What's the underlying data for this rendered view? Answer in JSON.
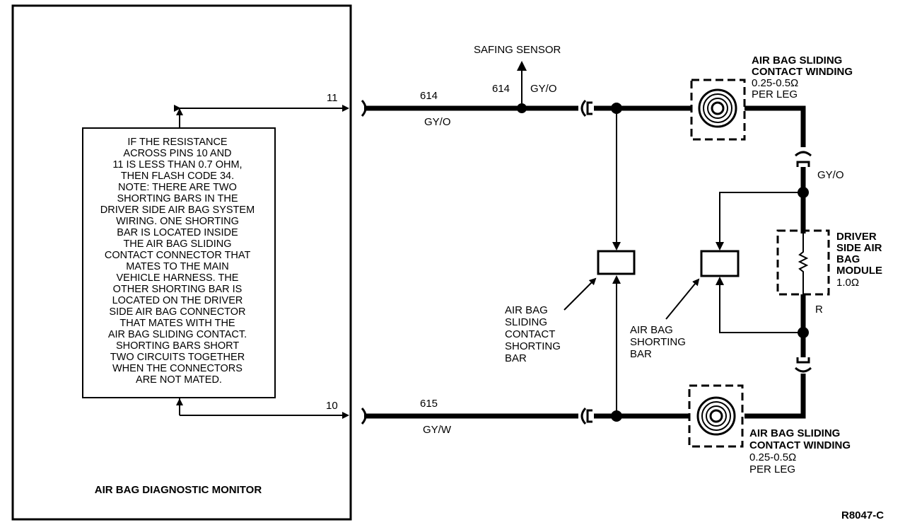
{
  "monitor": {
    "label": "AIR BAG DIAGNOSTIC MONITOR",
    "pin_11": "11",
    "pin_10": "10",
    "note_lines": [
      "IF THE RESISTANCE",
      "ACROSS PINS 10 AND",
      "11 IS LESS THAN 0.7 OHM,",
      "THEN FLASH CODE 34.",
      "NOTE: THERE ARE TWO",
      "SHORTING BARS IN THE",
      "DRIVER SIDE AIR BAG SYSTEM",
      "WIRING. ONE SHORTING",
      "BAR IS LOCATED INSIDE",
      "THE AIR BAG SLIDING",
      "CONTACT CONNECTOR THAT",
      "MATES TO THE MAIN",
      "VEHICLE HARNESS. THE",
      "OTHER SHORTING BAR IS",
      "LOCATED ON THE DRIVER",
      "SIDE AIR BAG CONNECTOR",
      "THAT MATES WITH THE",
      "AIR BAG SLIDING CONTACT.",
      "SHORTING BARS SHORT",
      "TWO CIRCUITS TOGETHER",
      "WHEN THE CONNECTORS",
      "ARE NOT MATED."
    ]
  },
  "wires": {
    "top_circuit": "614",
    "top_circuit_right": "614",
    "top_color": "GY/O",
    "top_color_right": "GY/O",
    "bottom_circuit": "615",
    "bottom_color": "GY/W",
    "right_upper_color": "GY/O",
    "right_lower_color": "R"
  },
  "safing_sensor": "SAFING SENSOR",
  "winding_top": {
    "title_line1": "AIR BAG SLIDING",
    "title_line2": "CONTACT WINDING",
    "value": "0.25-0.5Ω",
    "per_leg": "PER LEG"
  },
  "winding_bottom": {
    "title_line1": "AIR BAG SLIDING",
    "title_line2": "CONTACT WINDING",
    "value": "0.25-0.5Ω",
    "per_leg": "PER LEG"
  },
  "module": {
    "line1": "DRIVER",
    "line2": "SIDE AIR",
    "line3": "BAG",
    "line4": "MODULE",
    "value": "1.0Ω"
  },
  "sliding_shorting_bar_lines": [
    "AIR BAG",
    "SLIDING",
    "CONTACT",
    "SHORTING",
    "BAR"
  ],
  "shorting_bar_lines": [
    "AIR BAG",
    "SHORTING",
    "BAR"
  ],
  "figure_code": "R8047-C",
  "colors": {
    "ink": "#000000",
    "paper": "#ffffff"
  }
}
